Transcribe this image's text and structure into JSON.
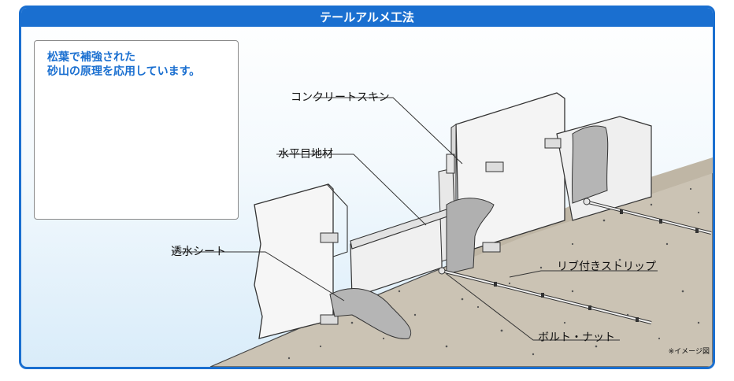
{
  "title": "テールアルメ工法",
  "inset": {
    "line1": "松葉で補強された",
    "line2": "砂山の原理を応用しています。"
  },
  "labels": {
    "concrete_skin": "コンクリートスキン",
    "horizontal_joint": "水平目地材",
    "permeable_sheet": "透水シート",
    "ribbed_strip": "リブ付きストリップ",
    "bolt_nut": "ボルト・ナット"
  },
  "note": "※イメージ図",
  "colors": {
    "frame_blue": "#1a6fd0",
    "ball_orange": "#f5a623",
    "needle_green": "#2e8b3a",
    "soil": "#cbc3b4"
  }
}
